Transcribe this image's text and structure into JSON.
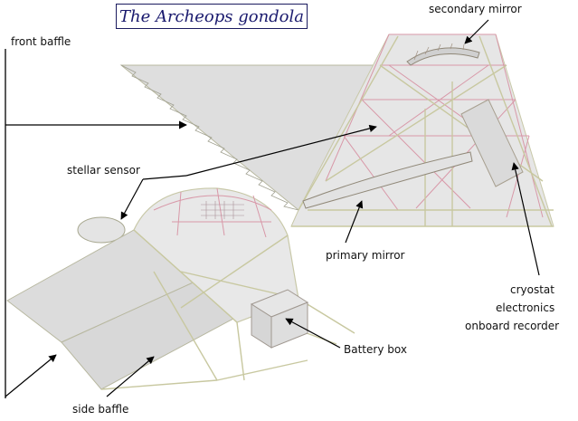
{
  "title": "The Archeops gondola",
  "labels": {
    "secondary_mirror": "secondary mirror",
    "front_baffle": "front baffle",
    "stellar_sensor": "stellar sensor",
    "primary_mirror": "primary mirror",
    "cryostat": "cryostat",
    "electronics": "electronics",
    "onboard_recorder": "onboard recorder",
    "battery_box": "Battery box",
    "side_baffle": "side baffle"
  },
  "colors": {
    "structure_light": "#d8d8b8",
    "structure_pink": "#d898a8",
    "panel_fill": "#dcdcdc",
    "title_border": "#1a1a5e",
    "title_text": "#1a1a6e"
  }
}
